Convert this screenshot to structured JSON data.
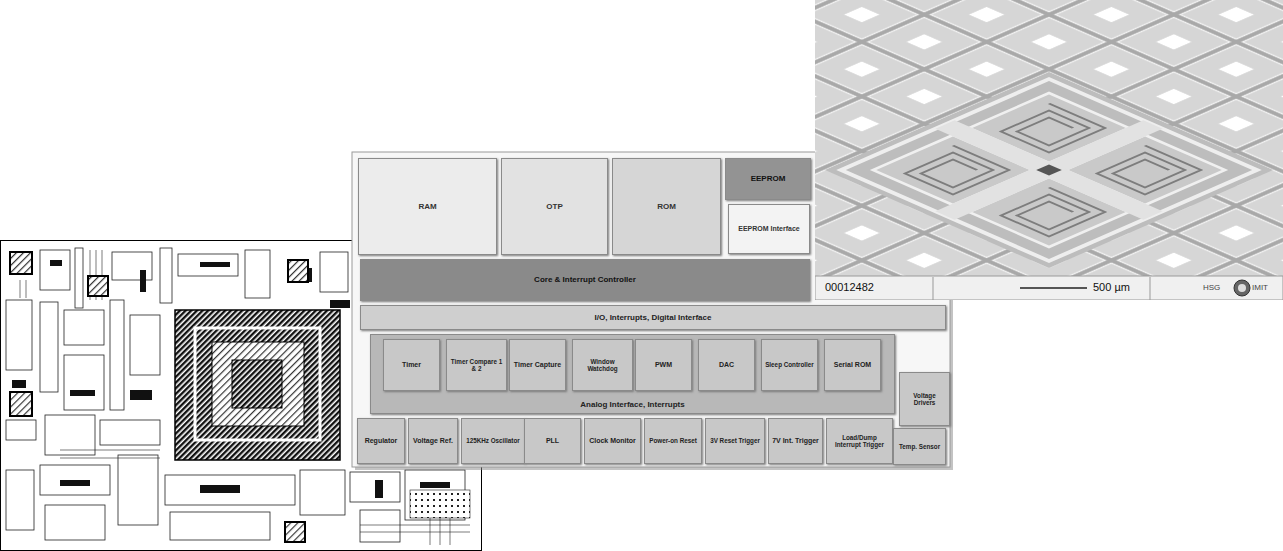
{
  "diagram": {
    "nodes": [
      {
        "text": [
          "RAM"
        ]
      },
      {
        "text": [
          "OTP"
        ]
      },
      {
        "text": [
          "ROM"
        ]
      },
      {
        "text": [
          "EEPROM"
        ]
      },
      {
        "text": [
          "EEPROM Interface"
        ]
      },
      {
        "text": [
          "Core & Interrupt Controller"
        ]
      },
      {
        "text": [
          "I/O, Interrupts, Digital Interface"
        ]
      },
      {
        "text": [
          "Analog Interface, Interrupts"
        ]
      },
      {
        "text": [
          "Timer"
        ],
        "in": 7
      },
      {
        "text": [
          "Timer Compare 1 & 2"
        ],
        "in": 7
      },
      {
        "text": [
          "Timer Capture"
        ],
        "in": 7
      },
      {
        "text": [
          "Window Watchdog"
        ],
        "in": 7
      },
      {
        "text": [
          "PWM"
        ],
        "in": 7
      },
      {
        "text": [
          "DAC"
        ],
        "in": 7
      },
      {
        "text": [
          "Sleep Controller"
        ],
        "in": 7
      },
      {
        "text": [
          "Serial ROM"
        ],
        "in": 7
      },
      {
        "text": [
          "Voltage Drivers"
        ]
      },
      {
        "text": [
          "Regulator"
        ]
      },
      {
        "text": [
          "Voltage Ref."
        ]
      },
      {
        "text": [
          "125KHz Oscillator"
        ]
      },
      {
        "text": [
          "PLL"
        ]
      },
      {
        "text": [
          "Clock Monitor"
        ]
      },
      {
        "text": [
          "Power-on Reset"
        ]
      },
      {
        "text": [
          "3V Reset Trigger"
        ]
      },
      {
        "text": [
          "7V Int. Trigger"
        ]
      },
      {
        "text": [
          "Load/Dump Interrupt Trigger"
        ]
      },
      {
        "text": [
          "Temp. Sensor"
        ]
      }
    ],
    "labels": [
      "00012482",
      "500 µm",
      "HSG",
      "IMIT"
    ]
  }
}
